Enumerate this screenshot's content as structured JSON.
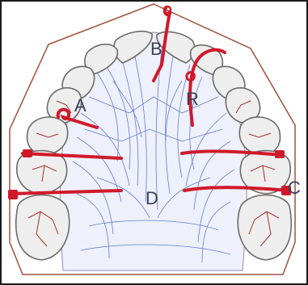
{
  "figure": {
    "labels": {
      "A": "A",
      "B": "B",
      "R": "R",
      "C": "C",
      "D": "D"
    },
    "colors": {
      "frame": "#1a1a1a",
      "cast_outline": "#a0503a",
      "wire": "#d0192a",
      "palate_lines": "#3b55c4",
      "tooth_fill": "#eeeeee",
      "tooth_outline": "#6d6a68",
      "fissure": "#a3332a"
    }
  }
}
